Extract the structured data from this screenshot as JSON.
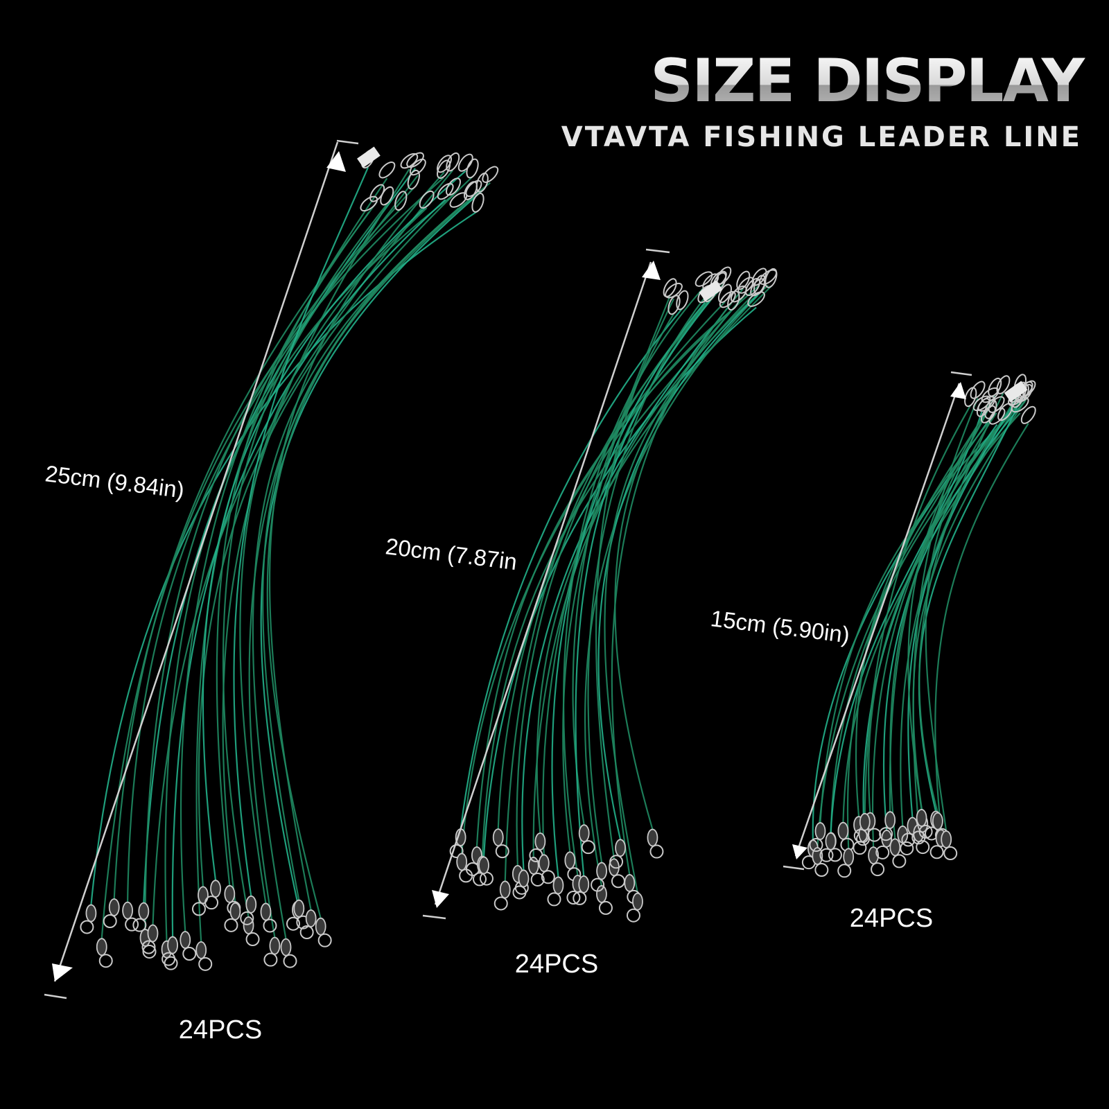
{
  "header": {
    "title": "SIZE DISPLAY",
    "subtitle": "VTAVTA FISHING LEADER LINE"
  },
  "bundles": [
    {
      "length_label": "25cm (9.84in)",
      "count_label": "24PCS",
      "length_cm": 25
    },
    {
      "length_label": "20cm (7.87in",
      "count_label": "24PCS",
      "length_cm": 20
    },
    {
      "length_label": "15cm (5.90in)",
      "count_label": "24PCS",
      "length_cm": 15
    }
  ],
  "colors": {
    "background": "#000000",
    "wire": "#1f8a62",
    "wire_highlight": "#22b08a",
    "metal": "#c9c9c9",
    "text": "#ffffff"
  }
}
